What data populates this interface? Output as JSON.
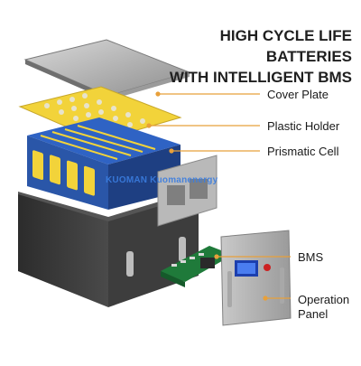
{
  "title": {
    "line1": "HIGH CYCLE LIFE BATTERIES",
    "line2": "WITH INTELLIGENT BMS"
  },
  "labels": {
    "cover_plate": "Cover Plate",
    "plastic_holder": "Plastic Holder",
    "prismatic_cell": "Prismatic Cell",
    "bms": "BMS",
    "operation_panel_line1": "Operation",
    "operation_panel_line2": "Panel"
  },
  "watermark": "KUOMAN Kuomanenergy",
  "colors": {
    "accent_leader": "#e8a03a",
    "cell_yellow": "#f2d33a",
    "cell_blue": "#2f63c4",
    "case_dark": "#3a3a3a",
    "pcb_green": "#1f7a3a"
  }
}
